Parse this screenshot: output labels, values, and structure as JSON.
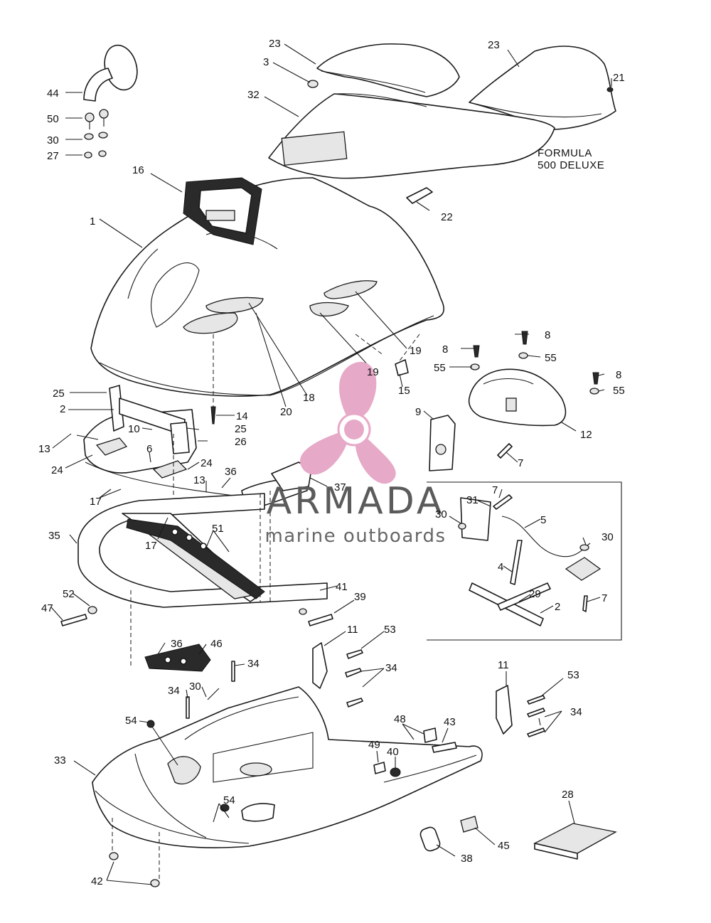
{
  "watermark": {
    "brand": "ARMADA",
    "tagline": "marine outboards",
    "logo_color": "#e7a9c8",
    "text_color": "#5b5b5b"
  },
  "model_note": {
    "line1": "FORMULA",
    "line2": "500 DELUXE"
  },
  "callouts": {
    "c1": "1",
    "c2a": "2",
    "c2b": "2",
    "c3": "3",
    "c4": "4",
    "c5": "5",
    "c6": "6",
    "c7a": "7",
    "c7b": "7",
    "c7c": "7",
    "c8a": "8",
    "c8b": "8",
    "c8c": "8",
    "c9": "9",
    "c10": "10",
    "c11a": "11",
    "c11b": "11",
    "c12": "12",
    "c13a": "13",
    "c13b": "13",
    "c14": "14",
    "c15": "15",
    "c16": "16",
    "c17a": "17",
    "c17b": "17",
    "c18": "18",
    "c19a": "19",
    "c19b": "19",
    "c20": "20",
    "c21": "21",
    "c22": "22",
    "c23a": "23",
    "c23b": "23",
    "c24a": "24",
    "c24b": "24",
    "c25a": "25",
    "c25b": "25",
    "c26": "26",
    "c27": "27",
    "c28": "28",
    "c29": "29",
    "c30a": "30",
    "c30b": "30",
    "c30c": "30",
    "c30d": "30",
    "c31": "31",
    "c32": "32",
    "c33": "33",
    "c34a": "34",
    "c34b": "34",
    "c34c": "34",
    "c34d": "34",
    "c35": "35",
    "c36a": "36",
    "c36b": "36",
    "c37": "37",
    "c38": "38",
    "c39": "39",
    "c40": "40",
    "c41": "41",
    "c42": "42",
    "c43": "43",
    "c44": "44",
    "c45": "45",
    "c46": "46",
    "c47": "47",
    "c48": "48",
    "c49": "49",
    "c50": "50",
    "c51": "51",
    "c52": "52",
    "c53a": "53",
    "c53b": "53",
    "c54a": "54",
    "c54b": "54",
    "c55a": "55",
    "c55b": "55",
    "c55c": "55"
  }
}
